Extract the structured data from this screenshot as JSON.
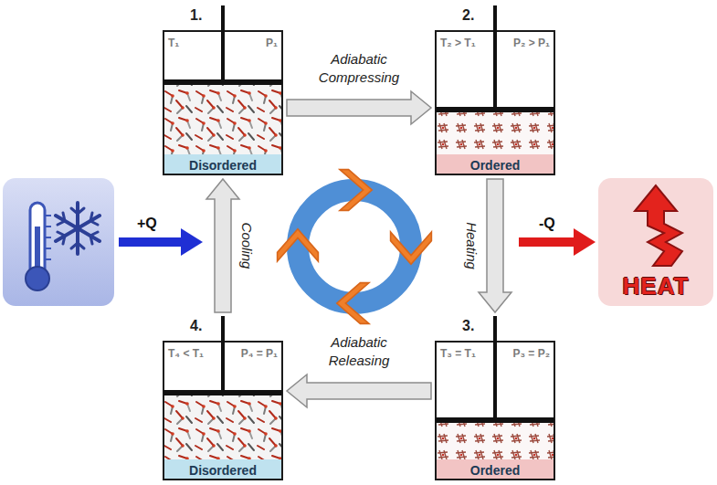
{
  "diagram": {
    "nodes": [
      {
        "text": [
          "1.",
          "T₁",
          "P₁",
          "Disordered"
        ]
      },
      {
        "text": [
          "2.",
          "T₂ > T₁",
          "P₂ > P₁",
          "Ordered"
        ]
      },
      {
        "text": [
          "3.",
          "T₃ = T₁",
          "P₃ = P₂",
          "Ordered"
        ]
      },
      {
        "text": [
          "4.",
          "T₄ < T₁",
          "P₄ = P₁",
          "Disordered"
        ]
      },
      {
        "text": [
          "HEAT"
        ]
      }
    ],
    "edges": [
      {
        "from": 0,
        "to": 1,
        "label": "Adiabatic Compressing",
        "arrow": "to"
      },
      {
        "from": 1,
        "to": 2,
        "label": "Heating",
        "arrow": "to"
      },
      {
        "from": 2,
        "to": 3,
        "label": "Adiabatic Releasing",
        "arrow": "to"
      },
      {
        "from": 3,
        "to": 0,
        "label": "Cooling",
        "arrow": "to"
      }
    ],
    "labels": [
      "+Q",
      "-Q"
    ]
  }
}
